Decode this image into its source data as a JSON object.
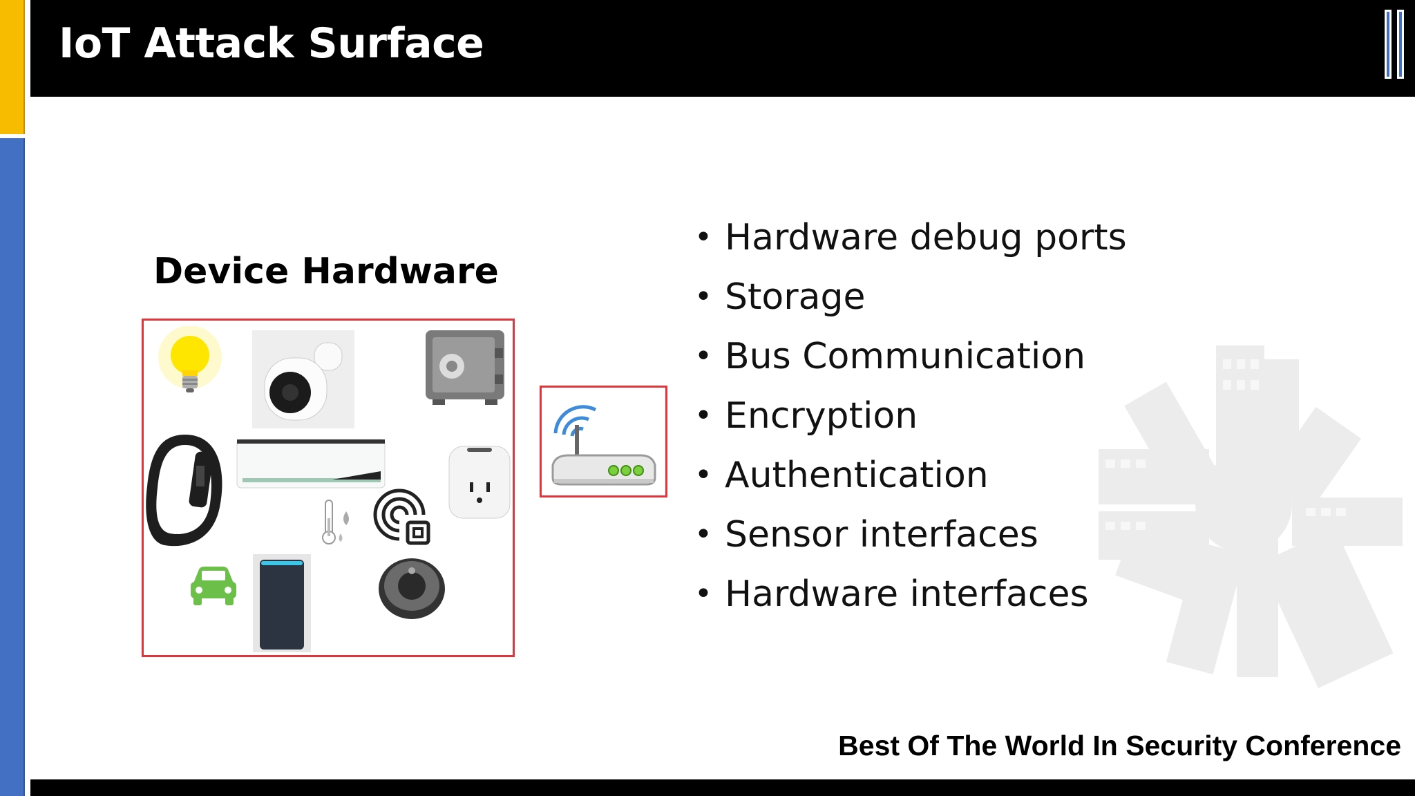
{
  "slide": {
    "title": "IoT Attack Surface",
    "section_heading": "Device Hardware",
    "bullets": [
      "Hardware debug ports",
      "Storage",
      "Bus Communication",
      "Encryption",
      "Authentication",
      "Sensor interfaces",
      "Hardware interfaces"
    ],
    "bullet_glyph": "•",
    "footer": "Best Of The World In Security Conference"
  },
  "devices": [
    "light-bulb-icon",
    "security-camera-icon",
    "safe-icon",
    "fitness-band-icon",
    "air-conditioner-icon",
    "smart-plug-icon",
    "thermostat-sensor-icon",
    "nfc-tag-icon",
    "car-icon",
    "smart-speaker-icon",
    "robot-vacuum-icon",
    "wifi-router-icon"
  ],
  "colors": {
    "title_bar": "#000000",
    "accent_yellow": "#f7bb00",
    "accent_blue": "#4470c4",
    "box_border": "#e0353b"
  }
}
